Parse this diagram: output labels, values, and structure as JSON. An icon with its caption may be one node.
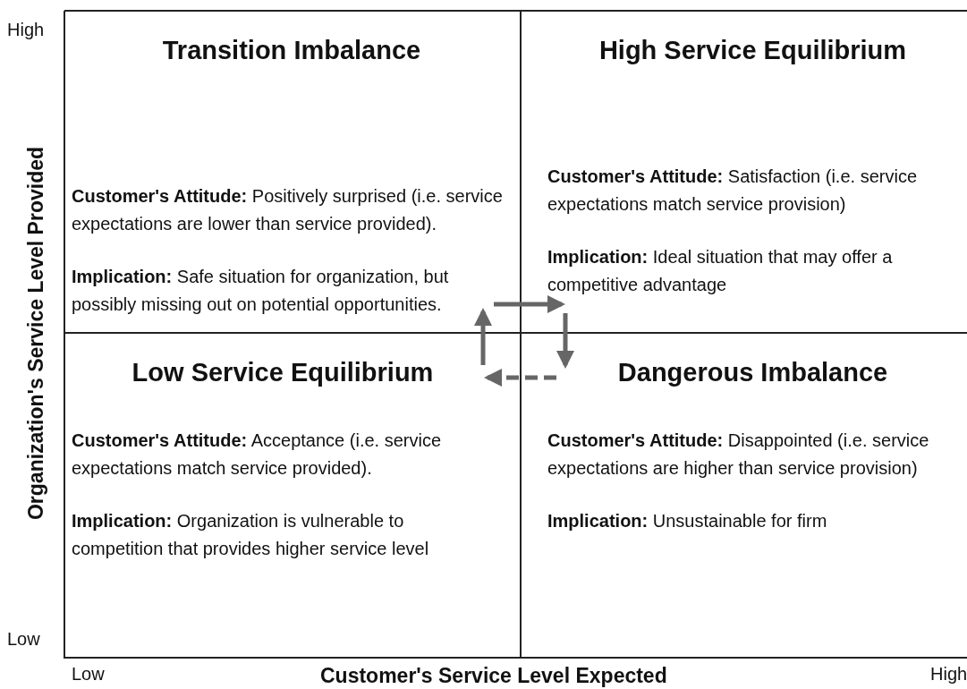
{
  "diagram": {
    "nodes": [
      {
        "text": [
          "Transition Imbalance",
          "**Customer's Attitude:** Positively surprised (i.e. service expectations are lower than service provided).",
          "**Implication:** Safe situation for organization, but possibly missing out on potential opportunities."
        ]
      },
      {
        "text": [
          "High Service Equilibrium",
          "**Customer's Attitude:** Satisfaction (i.e. service expectations match service provision)",
          "**Implication:** Ideal situation that may offer a competitive advantage"
        ]
      },
      {
        "text": [
          "Low Service Equilibrium",
          "**Customer's Attitude:** Acceptance (i.e. service expectations match service provided).",
          "**Implication:** Organization is vulnerable to competition that provides higher service level"
        ]
      },
      {
        "text": [
          "Dangerous Imbalance",
          "**Customer's Attitude:** Disappointed (i.e. service expectations are higher than service provision)",
          "**Implication:** Unsustainable for firm"
        ]
      }
    ],
    "edges": [
      {
        "from": 2,
        "to": 0,
        "arrow": "to"
      },
      {
        "from": 0,
        "to": 1,
        "arrow": "to"
      },
      {
        "from": 1,
        "to": 3,
        "arrow": "to"
      },
      {
        "from": 3,
        "to": 2,
        "arrow": "to",
        "style": "dashed"
      }
    ],
    "labels": [
      "High",
      "Organization's Service Level Provided",
      "Low",
      "Low",
      "Customer's Service Level Expected",
      "High"
    ]
  }
}
